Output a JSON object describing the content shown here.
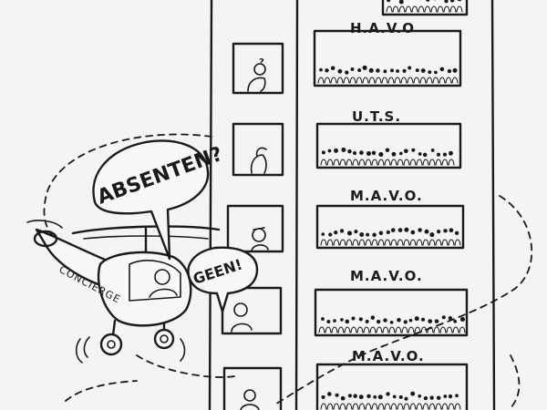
{
  "speech": {
    "question": "ABSENTEN?",
    "answer": "GEEN!"
  },
  "helicopter": {
    "label": "CONCIERGE"
  },
  "floors": [
    {
      "label": ""
    },
    {
      "label": "H.A.V.O"
    },
    {
      "label": "U.T.S."
    },
    {
      "label": "M.A.V.O."
    },
    {
      "label": "M.A.V.O."
    },
    {
      "label": "M.A.V.O."
    }
  ]
}
